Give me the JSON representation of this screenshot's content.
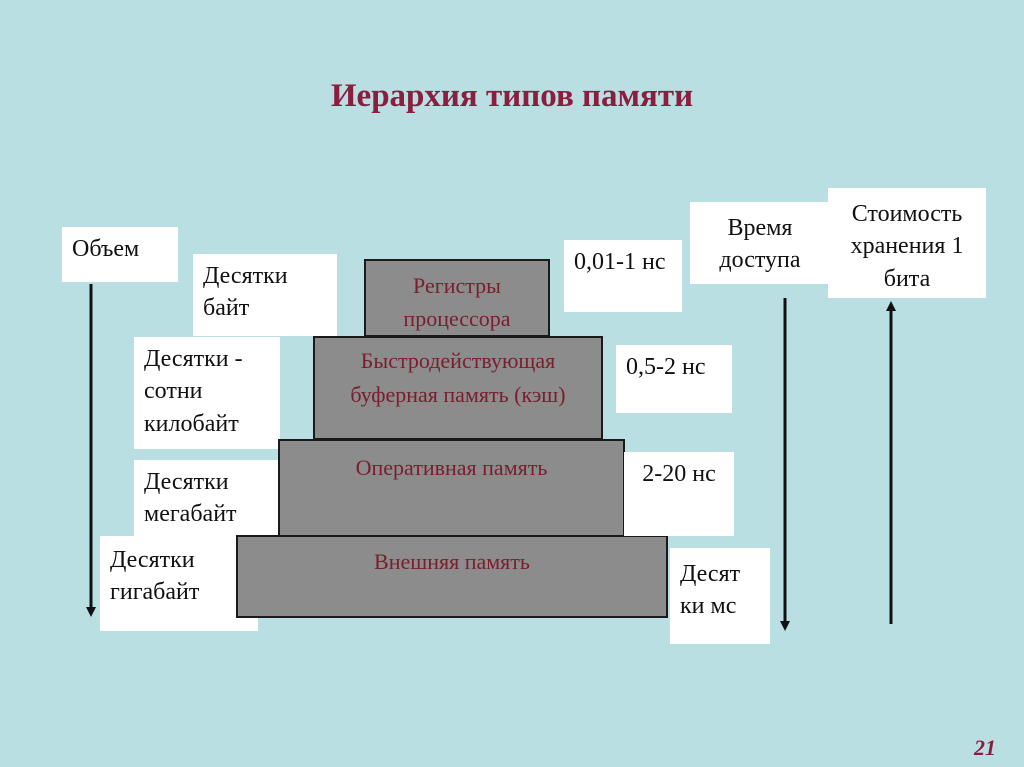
{
  "title": "Иерархия типов памяти",
  "page_number": "21",
  "axes": {
    "volume": "Объем",
    "access_time": "Время доступа",
    "cost": "Стоимость хранения 1 бита"
  },
  "tiers": [
    {
      "label": "Регистры процессора",
      "volume": "Десятки байт",
      "time": "0,01-1 нс"
    },
    {
      "label": "Быстродействующая буферная память (кэш)",
      "volume": "Десятки - сотни килобайт",
      "time": "0,5-2 нс"
    },
    {
      "label": "Оперативная память",
      "volume": "Десятки мегабайт",
      "time": "2-20 нс"
    },
    {
      "label": "Внешняя память",
      "volume": "Десятки гигабайт",
      "time": "Десят ки мс"
    }
  ],
  "colors": {
    "title": "#8b1e3f",
    "tier_fill": "#8c8c8c",
    "tier_text": "#7a1d2e",
    "background": "#b9dfe2"
  }
}
